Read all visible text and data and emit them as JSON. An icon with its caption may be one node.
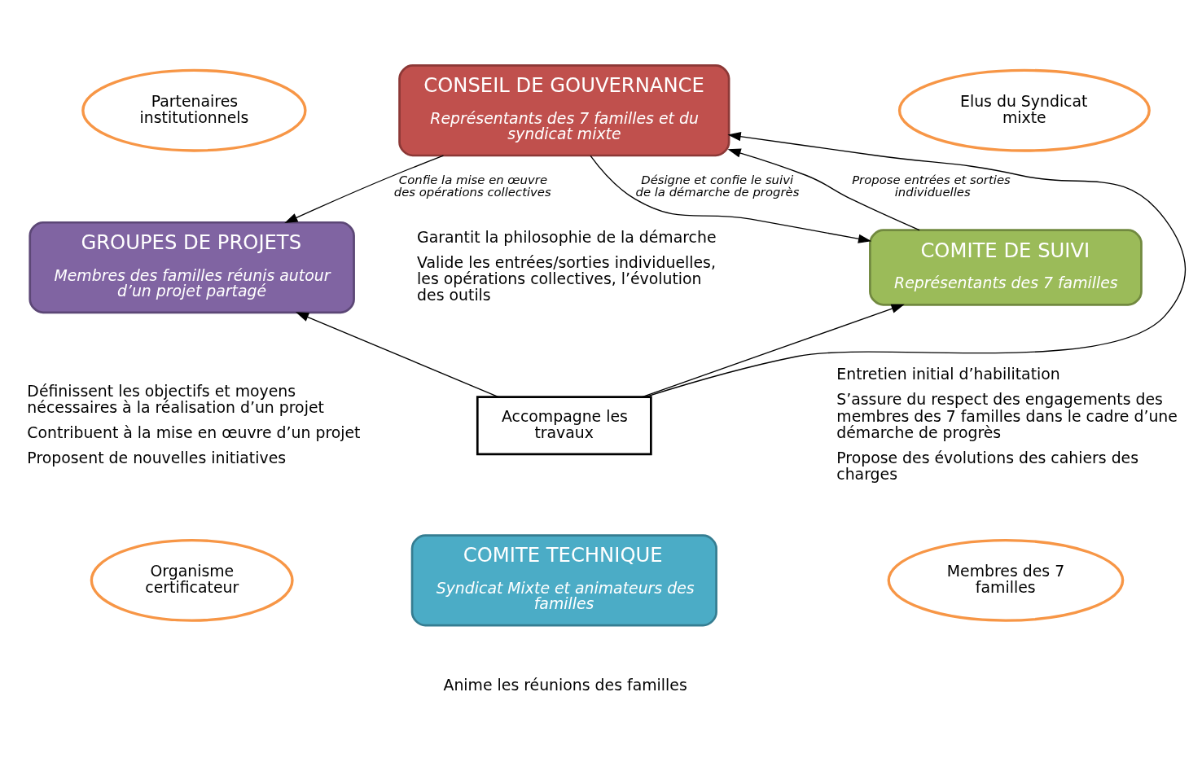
{
  "diagram": {
    "nodes": [
      {
        "text": [
          "Partenaires institutionnels"
        ]
      },
      {
        "text": [
          "Elus du Syndicat mixte"
        ]
      },
      {
        "text": [
          "CONSEIL DE GOUVERNANCE",
          "Représentants des 7 familles et du syndicat mixte"
        ],
        "beside": [
          "Garantit la philosophie de la démarche",
          "Valide les entrées/sorties individuelles, les opérations collectives, l’évolution des outils"
        ]
      },
      {
        "text": [
          "GROUPES DE PROJETS",
          "Membres des familles réunis autour d’un projet partagé"
        ],
        "beside": [
          "Définissent les objectifs et moyens nécessaires à la réalisation d’un projet",
          "Contribuent à la mise en œuvre d’un projet",
          "Proposent de nouvelles initiatives"
        ]
      },
      {
        "text": [
          "COMITE DE SUIVI",
          "Représentants des 7 familles"
        ],
        "beside": [
          "Entretien initial d’habilitation",
          "S’assure du respect des engagements des membres des 7 familles dans le cadre d’une démarche de progrès",
          "Propose des évolutions des cahiers des charges"
        ]
      },
      {
        "text": [
          "Accompagne les travaux"
        ]
      },
      {
        "text": [
          "COMITE TECHNIQUE",
          "Syndicat Mixte et animateurs des familles"
        ],
        "beside": [
          "Anime les réunions des familles"
        ]
      },
      {
        "text": [
          "Organisme certificateur"
        ]
      },
      {
        "text": [
          "Membres des 7 familles"
        ]
      }
    ],
    "edges": [
      {
        "from": 2,
        "to": 3,
        "arrow": "to",
        "label": "Confie la mise en œuvre des opérations collectives"
      },
      {
        "from": 2,
        "to": 4,
        "arrow": "to",
        "label": "Désigne et confie le suivi de la démarche de progrès"
      },
      {
        "from": 4,
        "to": 2,
        "arrow": "to",
        "label": "Propose entrées et sorties individuelles"
      },
      {
        "from": 5,
        "to": 3,
        "arrow": "to"
      },
      {
        "from": 5,
        "to": 2,
        "arrow": "to"
      },
      {
        "from": 5,
        "to": 4,
        "arrow": "to"
      }
    ]
  }
}
